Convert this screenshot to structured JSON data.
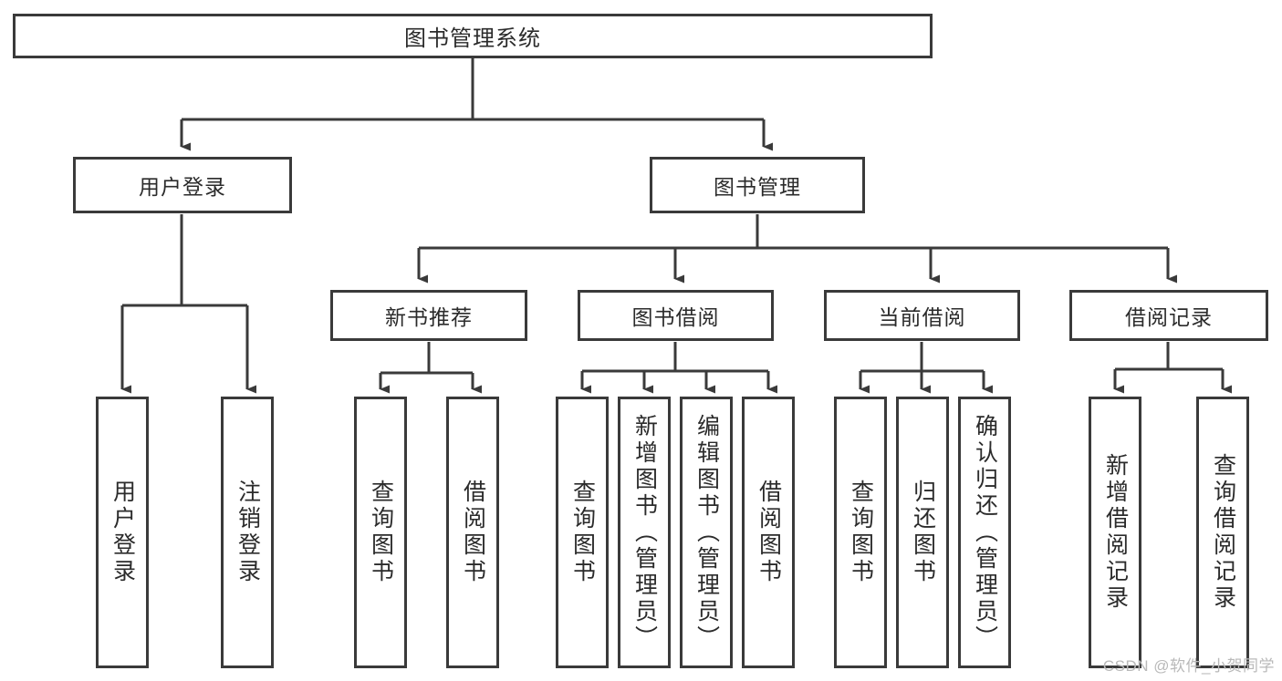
{
  "diagram": {
    "title": "图书管理系统",
    "type": "functional-structure-tree",
    "root": {
      "label": "图书管理系统"
    },
    "level2": [
      {
        "label": "用户登录"
      },
      {
        "label": "图书管理"
      }
    ],
    "level3": [
      {
        "label": "新书推荐"
      },
      {
        "label": "图书借阅"
      },
      {
        "label": "当前借阅"
      },
      {
        "label": "借阅记录"
      }
    ],
    "leaves": [
      {
        "label": "用户登录"
      },
      {
        "label": "注销登录"
      },
      {
        "label": "查询图书"
      },
      {
        "label": "借阅图书"
      },
      {
        "label": "查询图书"
      },
      {
        "label": "新增图书（管理员）"
      },
      {
        "label": "编辑图书（管理员）"
      },
      {
        "label": "借阅图书"
      },
      {
        "label": "查询图书"
      },
      {
        "label": "归还图书"
      },
      {
        "label": "确认归还（管理员）"
      },
      {
        "label": "新增借阅记录"
      },
      {
        "label": "查询借阅记录"
      }
    ]
  },
  "watermark": {
    "text": "CSDN @软件_小贺同学"
  },
  "colors": {
    "stroke": "#3a3a3a",
    "fill": "#ffffff",
    "text": "#2b2b2b",
    "watermark": "#b9b9b9"
  }
}
